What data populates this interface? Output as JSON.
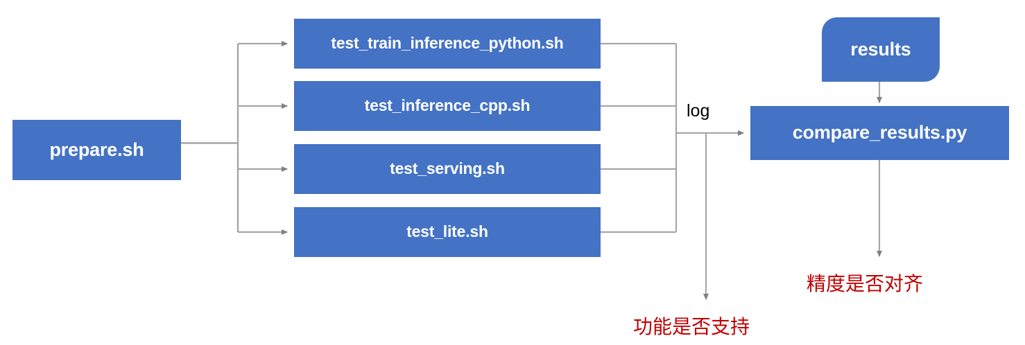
{
  "diagram": {
    "title_nodes": {
      "prepare": "prepare.sh",
      "results": "results",
      "compare": "compare_results.py"
    },
    "scripts": [
      {
        "label": "test_train_inference_python.sh"
      },
      {
        "label": "test_inference_cpp.sh"
      },
      {
        "label": "test_serving.sh"
      },
      {
        "label": "test_lite.sh"
      }
    ],
    "edge_labels": {
      "log": "log"
    },
    "notes": [
      {
        "text": "功能是否支持"
      },
      {
        "text": "精度是否对齐"
      }
    ],
    "colors": {
      "node_fill": "#4472C4",
      "node_text": "#FFFFFF",
      "connector": "#A6A6A6",
      "note_text": "#C00000",
      "background": "#FFFFFF"
    }
  }
}
